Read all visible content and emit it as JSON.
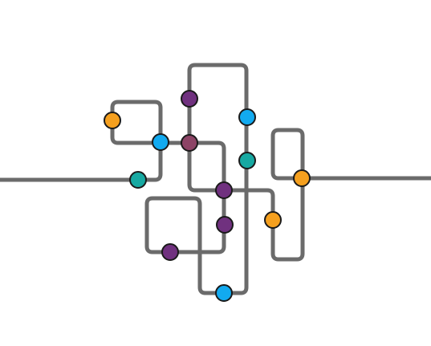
{
  "diagram": {
    "type": "tangled-line",
    "colors": {
      "background": "#ffffff",
      "line": "#6b6b6b",
      "node_outline": "#1a1a1a"
    },
    "nodes": [
      {
        "id": "n1",
        "color_name": "orange",
        "color": "#f5a01f"
      },
      {
        "id": "n2",
        "color_name": "teal",
        "color": "#17a9a2"
      },
      {
        "id": "n3",
        "color_name": "blue",
        "color": "#12aaf0"
      },
      {
        "id": "n4",
        "color_name": "purple",
        "color": "#70317f"
      },
      {
        "id": "n5",
        "color_name": "mauve",
        "color": "#8d4466"
      },
      {
        "id": "n6",
        "color_name": "blue",
        "color": "#12aaf0"
      },
      {
        "id": "n7",
        "color_name": "teal",
        "color": "#17a9a2"
      },
      {
        "id": "n8",
        "color_name": "purple",
        "color": "#70317f"
      },
      {
        "id": "n9",
        "color_name": "purple",
        "color": "#70317f"
      },
      {
        "id": "n10",
        "color_name": "purple",
        "color": "#70317f"
      },
      {
        "id": "n11",
        "color_name": "orange",
        "color": "#f5a01f"
      },
      {
        "id": "n12",
        "color_name": "orange",
        "color": "#f5a01f"
      },
      {
        "id": "n13",
        "color_name": "blue",
        "color": "#12aaf0"
      }
    ]
  }
}
